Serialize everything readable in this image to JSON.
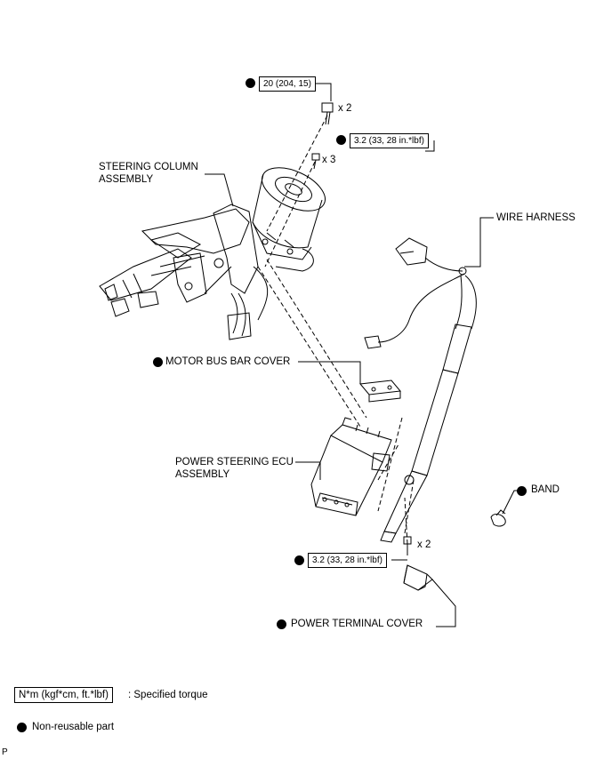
{
  "torques": {
    "top": "20 (204, 15)",
    "middle": "3.2 (33, 28 in.*lbf)",
    "bottom": "3.2 (33, 28 in.*lbf)"
  },
  "multipliers": {
    "top": "x 2",
    "middle": "x 3",
    "bottom": "x 2"
  },
  "labels": {
    "steering_column_line1": "STEERING COLUMN",
    "steering_column_line2": "ASSEMBLY",
    "wire_harness": "WIRE HARNESS",
    "motor_bus_bar_cover": "MOTOR BUS BAR COVER",
    "ecu_line1": "POWER STEERING ECU",
    "ecu_line2": "ASSEMBLY",
    "band": "BAND",
    "power_terminal_cover": "POWER TERMINAL COVER"
  },
  "legend": {
    "torque_box": "N*m (kgf*cm, ft.*lbf)",
    "torque_text": ": Specified torque",
    "nonreusable_text": "Non-reusable part"
  },
  "corner_mark": "P"
}
